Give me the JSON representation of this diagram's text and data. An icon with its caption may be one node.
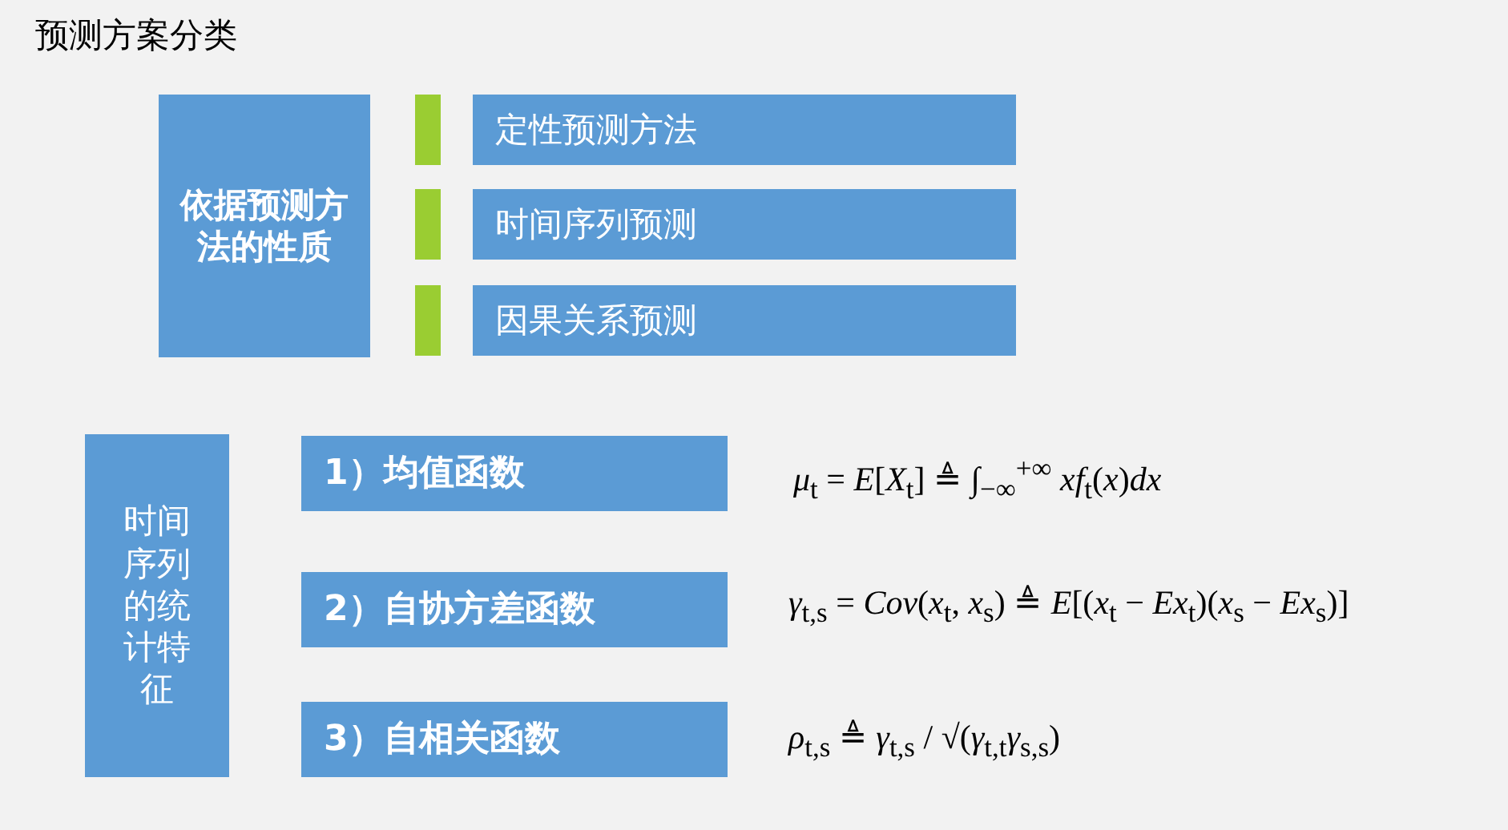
{
  "diagram": {
    "title": "预测方案分类",
    "nodes": [
      {
        "text": [
          "依据预测方法的性质"
        ]
      },
      {
        "text": [
          "定性预测方法"
        ]
      },
      {
        "text": [
          "时间序列预测"
        ]
      },
      {
        "text": [
          "因果关系预测"
        ]
      },
      {
        "text": [
          "时间序列的统计特征"
        ]
      },
      {
        "text": [
          "1）均值函数"
        ]
      },
      {
        "text": [
          "2）自协方差函数"
        ]
      },
      {
        "text": [
          "3）自相关函数"
        ]
      }
    ],
    "edges": [],
    "labels": [
      "*μ*$_{t}$ = *E*[*X*$_{t}$] ≜ ∫$_{−∞}$$^{+∞}$ *xf*$_{t}$(*x*)*dx*",
      "*γ*$_{t,s}$ = *Cov*(*x*$_{t}$, *x*$_{s}$) ≜ *E*[(*x*$_{t}$ − *Ex*$_{t}$)(*x*$_{s}$ − *Ex*$_{s}$)]",
      "*ρ*$_{t,s}$ ≜ *γ*$_{t,s}$ / √(*γ*$_{t,t}$*γ*$_{s,s}$)"
    ]
  }
}
